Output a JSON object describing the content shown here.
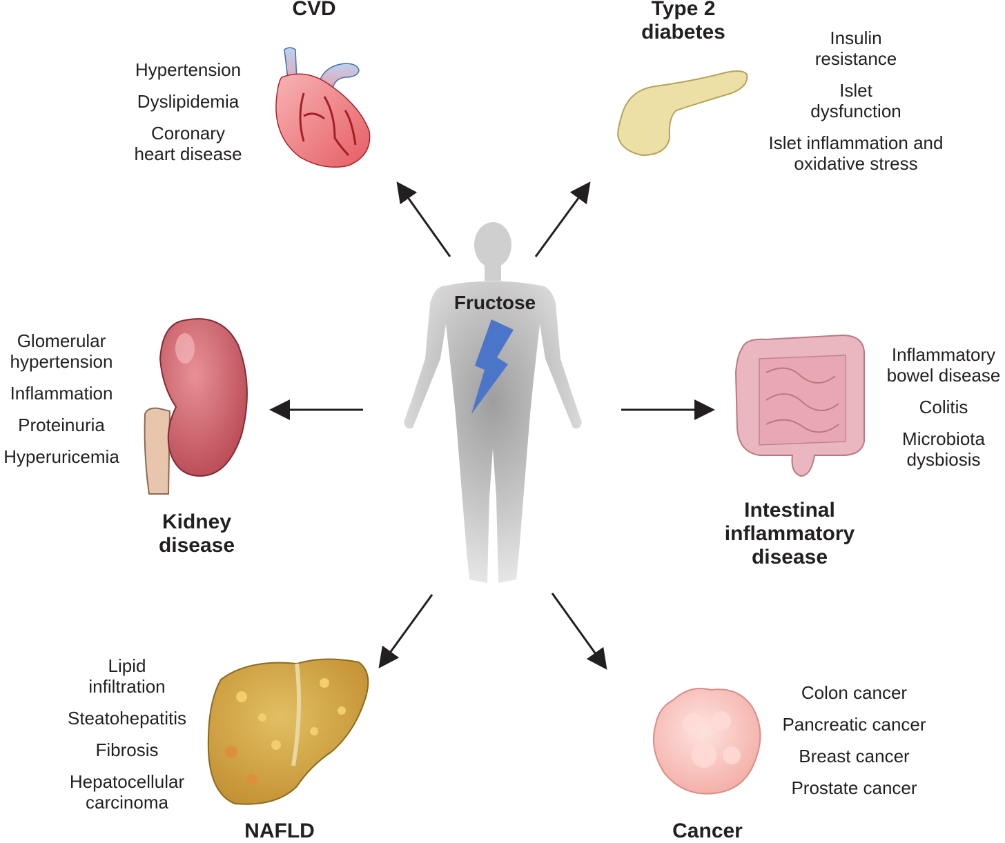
{
  "center": {
    "label": "Fructose"
  },
  "groups": {
    "cvd": {
      "title": [
        "CVD"
      ],
      "items": [
        "Hypertension",
        "Dyslipidemia",
        "Coronary\nheart disease"
      ]
    },
    "t2d": {
      "title": [
        "Type 2",
        "diabetes"
      ],
      "items": [
        "Insulin\nresistance",
        "Islet\ndysfunction",
        "Islet inflammation and\noxidative stress"
      ]
    },
    "kidney": {
      "title": [
        "Kidney",
        "disease"
      ],
      "items": [
        "Glomerular\nhypertension",
        "Inflammation",
        "Proteinuria",
        "Hyperuricemia"
      ]
    },
    "intestinal": {
      "title": [
        "Intestinal",
        "inflammatory",
        "disease"
      ],
      "items": [
        "Inflammatory\nbowel disease",
        "Colitis",
        "Microbiota\ndysbiosis"
      ]
    },
    "nafld": {
      "title": [
        "NAFLD"
      ],
      "items": [
        "Lipid\ninfiltration",
        "Steatohepatitis",
        "Fibrosis",
        "Hepatocellular\ncarcinoma"
      ]
    },
    "cancer": {
      "title": [
        "Cancer"
      ],
      "items": [
        "Colon cancer",
        "Pancreatic cancer",
        "Breast cancer",
        "Prostate cancer"
      ]
    }
  }
}
